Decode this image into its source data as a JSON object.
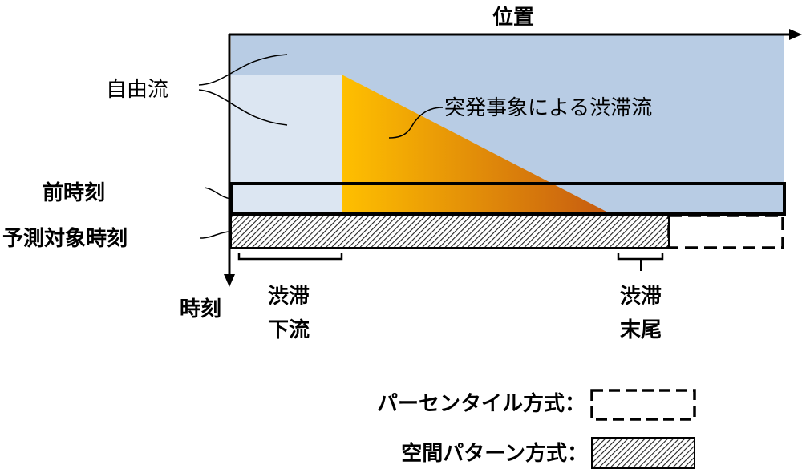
{
  "axes": {
    "x_label": "位置",
    "y_label": "時刻"
  },
  "labels": {
    "free_flow": "自由流",
    "congestion_flow": "突発事象による渋滞流",
    "previous_time": "前時刻",
    "prediction_time": "予測対象時刻",
    "congestion_downstream_line1": "渋滞",
    "congestion_downstream_line2": "下流",
    "congestion_tail_line1": "渋滞",
    "congestion_tail_line2": "末尾"
  },
  "legend": {
    "percentile_method": "パーセンタイル方式：",
    "spatial_pattern_method": "空間パターン方式："
  },
  "colors": {
    "free_flow_region": "#b8cce4",
    "free_flow_light": "#dce6f2",
    "congestion_start": "#ffc000",
    "congestion_end": "#c55a11"
  }
}
